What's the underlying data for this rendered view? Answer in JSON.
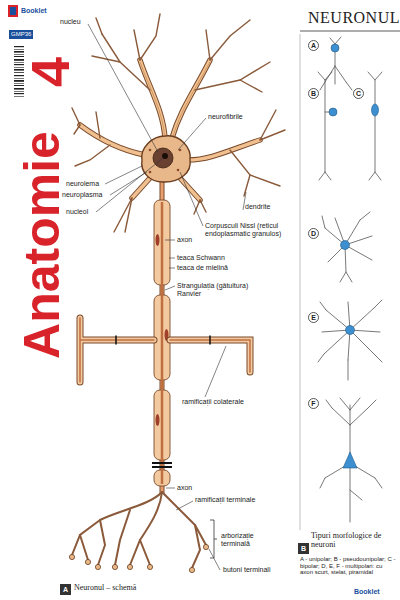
{
  "diagram": {
    "title": "NEURONUL",
    "nodes": [
      {
        "text": [
          "A"
        ]
      },
      {
        "text": [
          "B"
        ]
      },
      {
        "text": [
          "A"
        ]
      },
      {
        "text": [
          "B"
        ]
      },
      {
        "text": [
          "C"
        ]
      },
      {
        "text": [
          "D"
        ]
      },
      {
        "text": [
          "E"
        ]
      },
      {
        "text": [
          "F"
        ]
      }
    ],
    "labels": [
      "4",
      "Anatomie",
      "Booklet",
      "GMP36",
      "nucleu",
      "neurofibrile",
      "neurolema",
      "neuroplasma",
      "nucleol",
      "Corpusculi Nissl (reticul endoplasmatic granulos)",
      "dendrite",
      "axon",
      "teaca Schwann",
      "teaca de mielină",
      "Strangulația (gâtuitura) Ranvier",
      "ramificații colaterale",
      "axon",
      "ramificații terminale",
      "arborizație terminală",
      "butoni terminali",
      "Neuronul – schemă",
      "Tipuri morfologice de neuroni",
      "A - unipolar; B - pseudounipolar; C - bipolar; D, E, F - multipolari: cu axon scurt, stelat, piramidal",
      "Booklet"
    ]
  }
}
